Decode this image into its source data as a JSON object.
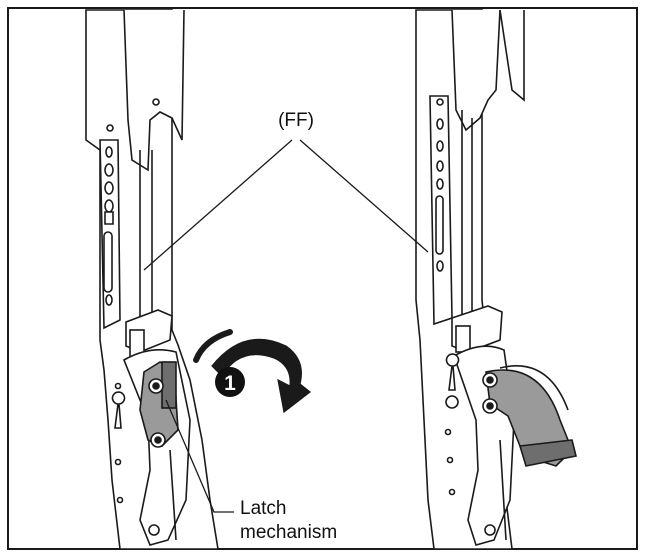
{
  "labels": {
    "ff": "(FF)",
    "step": "1",
    "latch_line1": "Latch",
    "latch_line2": "mechanism"
  },
  "colors": {
    "line": "#1a1a1a",
    "metal_gray": "#9a9a9a",
    "dark_gray": "#6e6e6e",
    "background": "#ffffff"
  }
}
